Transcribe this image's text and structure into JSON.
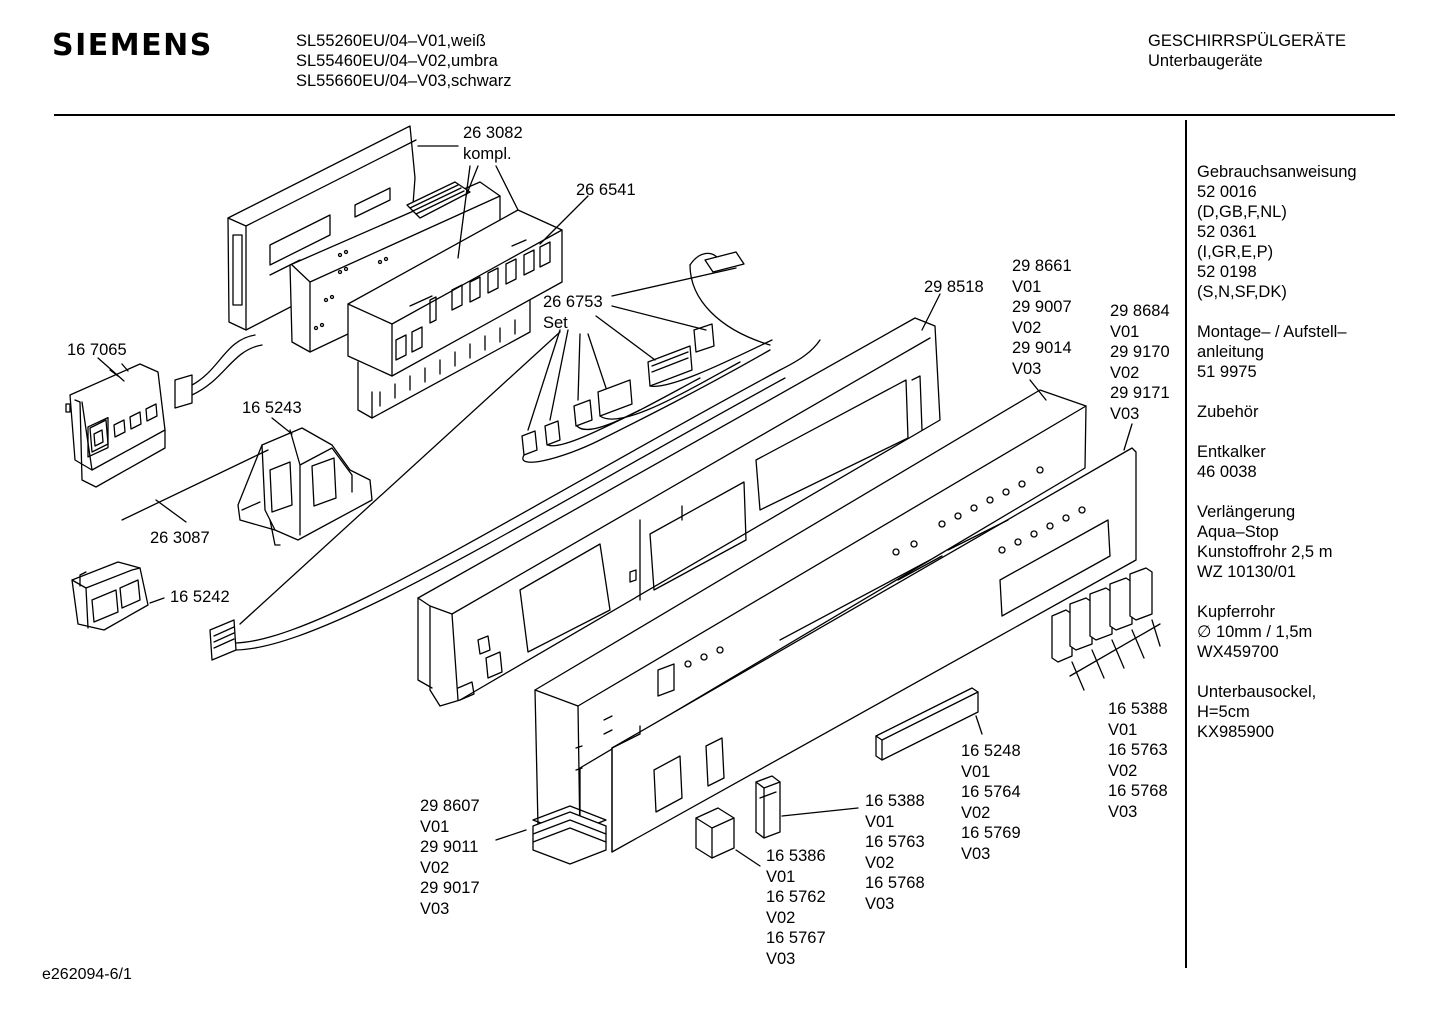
{
  "header": {
    "brand": "SIEMENS",
    "models": [
      "SL55260EU/04–V01,weiß",
      "SL55460EU/04–V02,umbra",
      "SL55660EU/04–V03,schwarz"
    ],
    "category": "GESCHIRRSPÜLGERÄTE",
    "subcategory": "Unterbaugeräte"
  },
  "sidebar": [
    {
      "lines": [
        "Gebrauchsanweisung",
        "52 0016",
        "(D,GB,F,NL)",
        "52 0361",
        "(I,GR,E,P)",
        "52 0198",
        "(S,N,SF,DK)"
      ]
    },
    {
      "lines": [
        "Montage– / Aufstell–",
        "anleitung",
        "51 9975"
      ]
    },
    {
      "lines": [
        "Zubehör"
      ]
    },
    {
      "lines": [
        "Entkalker",
        "46 0038"
      ]
    },
    {
      "lines": [
        "Verlängerung",
        "Aqua–Stop",
        "Kunstoffrohr 2,5 m",
        "WZ 10130/01"
      ]
    },
    {
      "lines": [
        "Kupferrohr",
        "∅ 10mm / 1,5m",
        "WX459700"
      ]
    },
    {
      "lines": [
        "Unterbausockel,",
        "H=5cm",
        "KX985900"
      ]
    }
  ],
  "labels": {
    "p263082": [
      "26 3082",
      "kompl."
    ],
    "p266541": [
      "26 6541"
    ],
    "p266753": [
      "26 6753",
      "Set"
    ],
    "p167065": [
      "16 7065"
    ],
    "p165243": [
      "16 5243"
    ],
    "p263087": [
      "26 3087"
    ],
    "p165242": [
      "16 5242"
    ],
    "p298518": [
      "29 8518"
    ],
    "p298661": [
      "29 8661",
      "V01",
      "29 9007",
      "V02",
      "29 9014",
      "V03"
    ],
    "p298684": [
      "29 8684",
      "V01",
      "29 9170",
      "V02",
      "29 9171",
      "V03"
    ],
    "p165388r": [
      "16 5388",
      "V01",
      "16 5763",
      "V02",
      "16 5768",
      "V03"
    ],
    "p165248": [
      "16 5248",
      "V01",
      "16 5764",
      "V02",
      "16 5769",
      "V03"
    ],
    "p165388m": [
      "16 5388",
      "V01",
      "16 5763",
      "V02",
      "16 5768",
      "V03"
    ],
    "p165386": [
      "16 5386",
      "V01",
      "16 5762",
      "V02",
      "16 5767",
      "V03"
    ],
    "p298607": [
      "29 8607",
      "V01",
      "29 9011",
      "V02",
      "29 9017",
      "V03"
    ]
  },
  "footer": {
    "code": "e262094-6/1"
  }
}
